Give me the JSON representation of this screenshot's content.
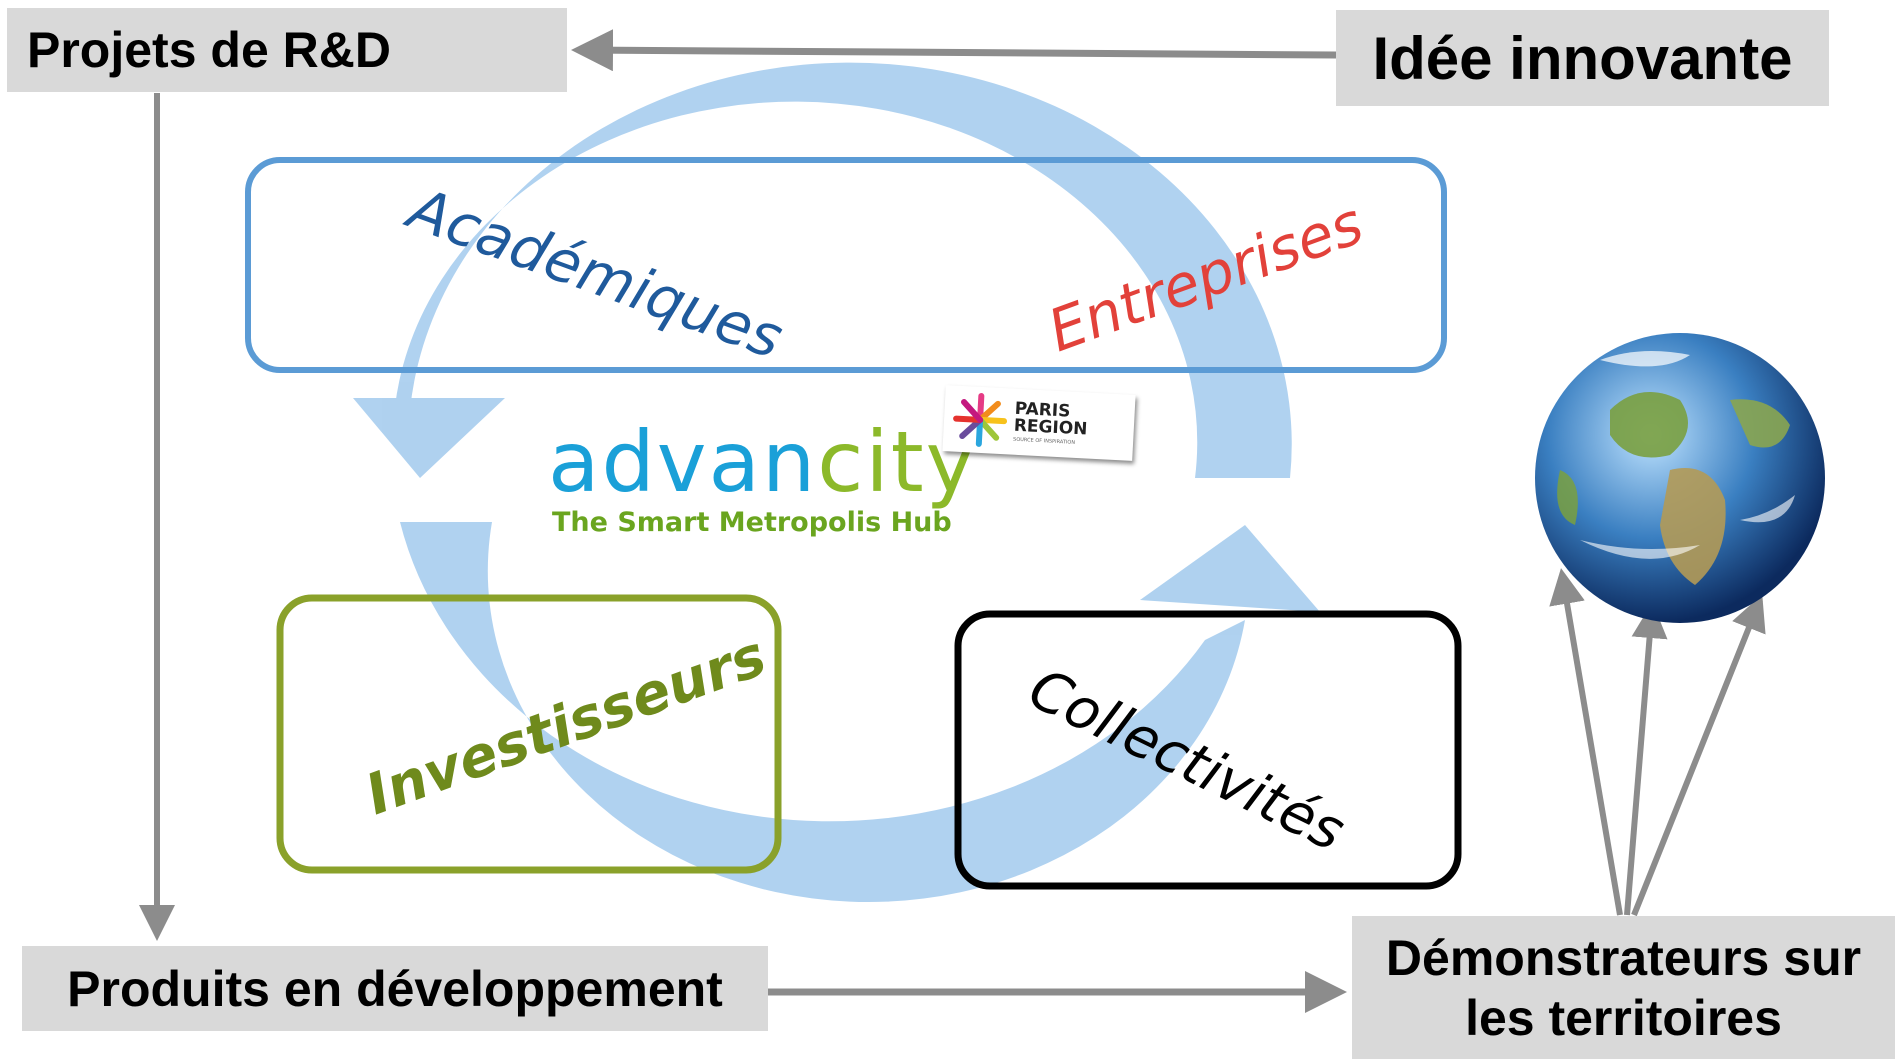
{
  "boxes": {
    "rd": "Projets de R&D",
    "idea": "Idée innovante",
    "products": "Produits en développement",
    "demo_line1": "Démonstrateurs sur",
    "demo_line2": "les territoires"
  },
  "actors": {
    "academics": "Académiques",
    "companies": "Entreprises",
    "investors": "Investisseurs",
    "communities": "Collectivités"
  },
  "logo": {
    "word_part1": "advan",
    "word_part2": "city",
    "tagline": "The Smart Metropolis Hub",
    "badge_line1": "PARIS",
    "badge_line2": "REGION",
    "badge_sub": "SOURCE OF INSPIRATION"
  },
  "colors": {
    "academics": "#1f5a9c",
    "companies": "#e2413a",
    "investors": "#6f8a1c",
    "communities": "#000000",
    "cycle_arrow": "#a7cdee",
    "box_blue": "#5b9bd5",
    "box_green": "#8aa12a",
    "box_black": "#000000",
    "flow_arrow": "#8c8c8c"
  }
}
